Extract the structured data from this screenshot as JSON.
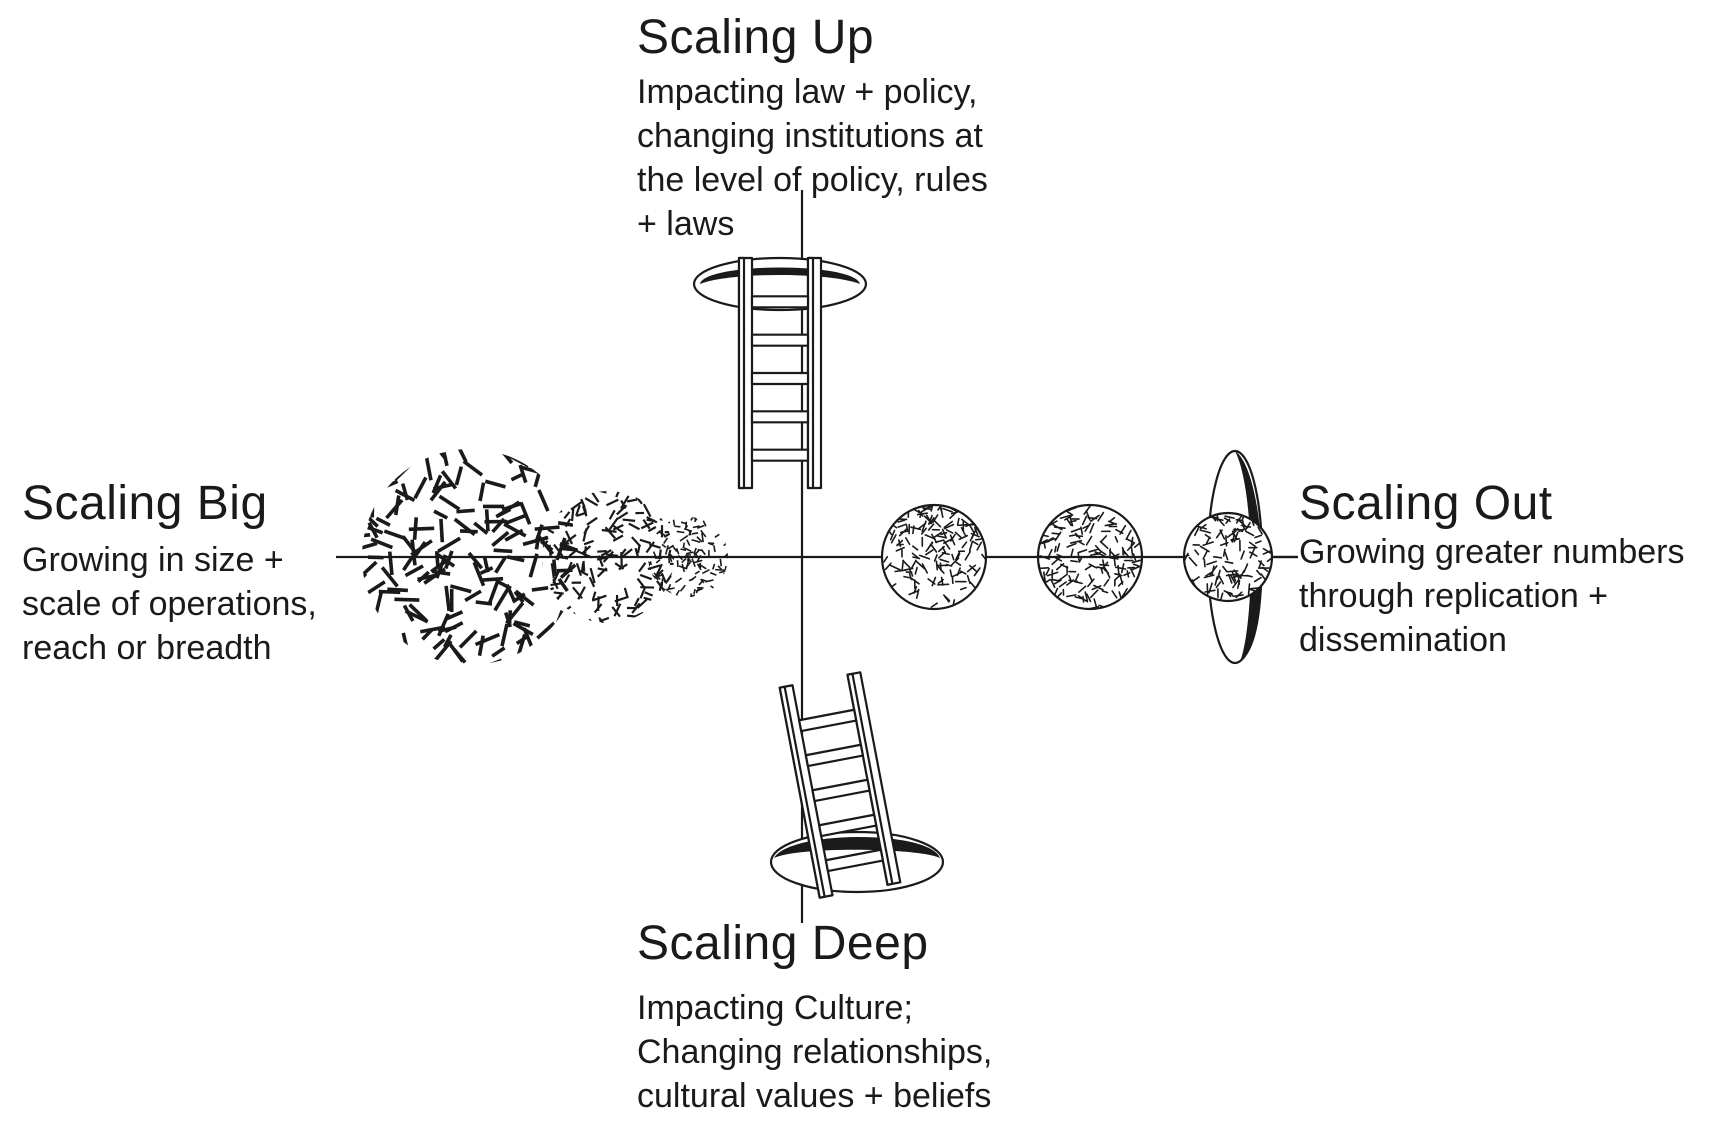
{
  "scaling_up": {
    "title": "Scaling Up",
    "lines": [
      "Impacting law + policy,",
      "changing institutions at",
      "the level of policy, rules",
      "+ laws"
    ]
  },
  "scaling_big": {
    "title": "Scaling Big",
    "lines": [
      "Growing in size +",
      "scale of operations,",
      "reach or breadth"
    ]
  },
  "scaling_out": {
    "title": "Scaling Out",
    "lines": [
      "Growing greater numbers",
      "through replication +",
      "dissemination"
    ]
  },
  "scaling_deep": {
    "title": "Scaling Deep",
    "lines": [
      "Impacting Culture;",
      "Changing relationships,",
      "cultural values + beliefs"
    ]
  },
  "colors": {
    "ink": "#1a1a1a",
    "paper": "#ffffff"
  },
  "icons": [
    "ladder-up-icon",
    "ladder-down-icon",
    "hole-icon",
    "textured-circle-icon",
    "dash-cloud-icon"
  ]
}
